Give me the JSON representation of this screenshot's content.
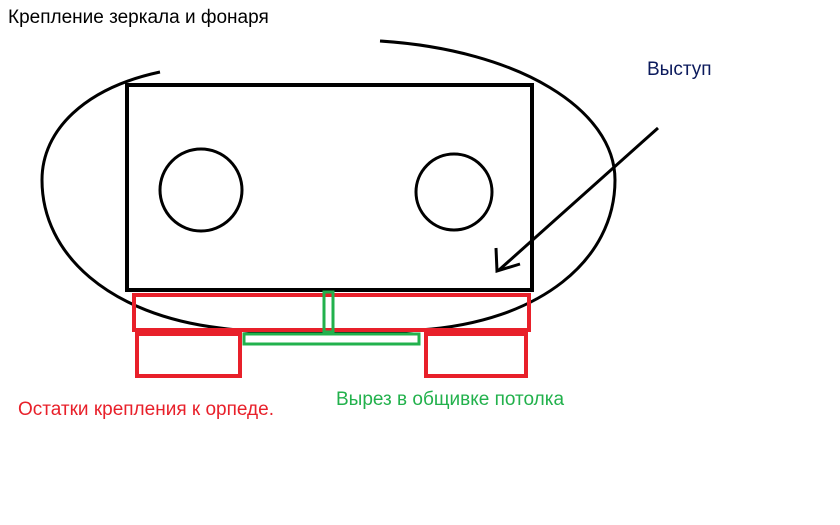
{
  "title": "Крепление зеркала и фонаря",
  "labels": {
    "protrusion": "Выступ",
    "mount_remains": "Остатки крепления к орпеде.",
    "ceiling_cutout": "Вырез в общивке потолка"
  },
  "colors": {
    "outline": "#000000",
    "protrusion_label": "#0b1a5c",
    "mount_remains": "#e8202a",
    "ceiling_cutout": "#22b14c"
  }
}
